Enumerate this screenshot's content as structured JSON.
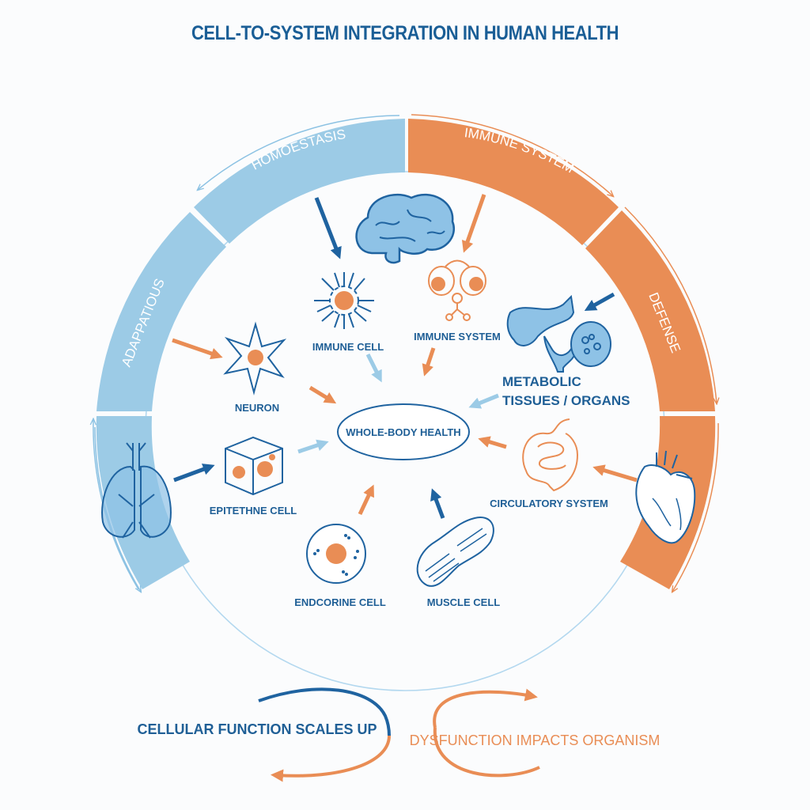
{
  "title": "CELL-TO-SYSTEM INTEGRATION IN HUMAN HEALTH",
  "colors": {
    "blue_dark": "#1f63a0",
    "blue_light": "#9ccbe6",
    "orange": "#e98d55",
    "text_blue": "#1f5f96"
  },
  "ring_segments": [
    {
      "label": "HOMOESTASIS",
      "color": "blue"
    },
    {
      "label": "ADAPPATIOUS",
      "color": "blue"
    },
    {
      "label": "IMMUNE SYSTEM",
      "color": "orange"
    },
    {
      "label": "DEFENSE",
      "color": "orange"
    }
  ],
  "center": {
    "label": "WHOLE-BODY HEALTH"
  },
  "nodes": [
    {
      "id": "immune-cell",
      "label": "IMMUNE CELL",
      "icon": "immune-cell-icon"
    },
    {
      "id": "immune-system",
      "label": "IMMUNE SYSTEM",
      "icon": "lymph-node-icon"
    },
    {
      "id": "neuron",
      "label": "NEURON",
      "icon": "neuron-icon"
    },
    {
      "id": "metabolic",
      "label_line1": "METABOLIC",
      "label_line2": "TISSUES / ORGANS",
      "icon": "organs-icon"
    },
    {
      "id": "epithelial",
      "label": "EPITETHNE CELL",
      "icon": "cube-cell-icon"
    },
    {
      "id": "circulatory",
      "label": "CIRCULATORY SYSTEM",
      "icon": "intestine-icon"
    },
    {
      "id": "endocrine",
      "label": "ENDCORINE CELL",
      "icon": "endocrine-cell-icon"
    },
    {
      "id": "muscle",
      "label": "MUSCLE CELL",
      "icon": "muscle-cell-icon"
    }
  ],
  "ring_icons": [
    "brain-icon",
    "lungs-icon",
    "heart-icon"
  ],
  "footer": {
    "left": "CELLULAR FUNCTION SCALES UP",
    "right": "DYSFUNCTION IMPACTS ORGANISM"
  }
}
